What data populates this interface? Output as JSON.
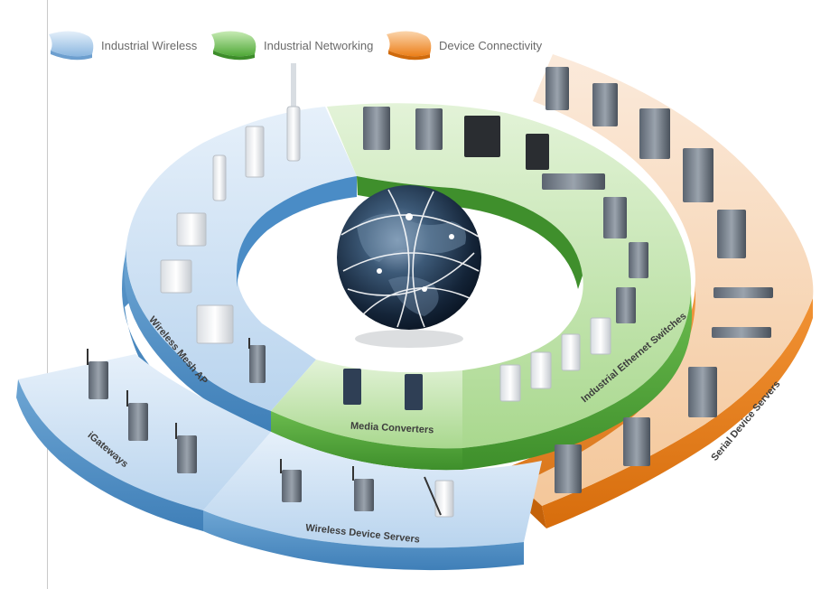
{
  "legend": {
    "items": [
      {
        "label": "Industrial Wireless",
        "color": "#a9c9e9",
        "icon": "blue-swatch-icon"
      },
      {
        "label": "Industrial Networking",
        "color": "#5fb04a",
        "icon": "green-swatch-icon"
      },
      {
        "label": "Device Connectivity",
        "color": "#ef8a22",
        "icon": "orange-swatch-icon"
      }
    ]
  },
  "ring": {
    "center_icon": "globe-network-icon",
    "segments": {
      "wireless_mesh_ap": {
        "label": "Wireless Mesh AP",
        "group": "Industrial Wireless"
      },
      "igateways": {
        "label": "iGateways",
        "group": "Industrial Wireless"
      },
      "wireless_device_servers": {
        "label": "Wireless Device Servers",
        "group": "Industrial Wireless"
      },
      "media_converters": {
        "label": "Media Converters",
        "group": "Industrial Networking"
      },
      "industrial_ethernet_switches": {
        "label": "Industrial Ethernet Switches",
        "group": "Industrial Networking"
      },
      "serial_device_servers": {
        "label": "Serial Device Servers",
        "group": "Device Connectivity"
      }
    }
  },
  "colors": {
    "blue_top": "#cfe1f3",
    "blue_side": "#5f9ccd",
    "green_top": "#bfe3ae",
    "green_side": "#5aa83f",
    "orange_top": "#f6d2ad",
    "orange_side": "#ea7d16"
  }
}
